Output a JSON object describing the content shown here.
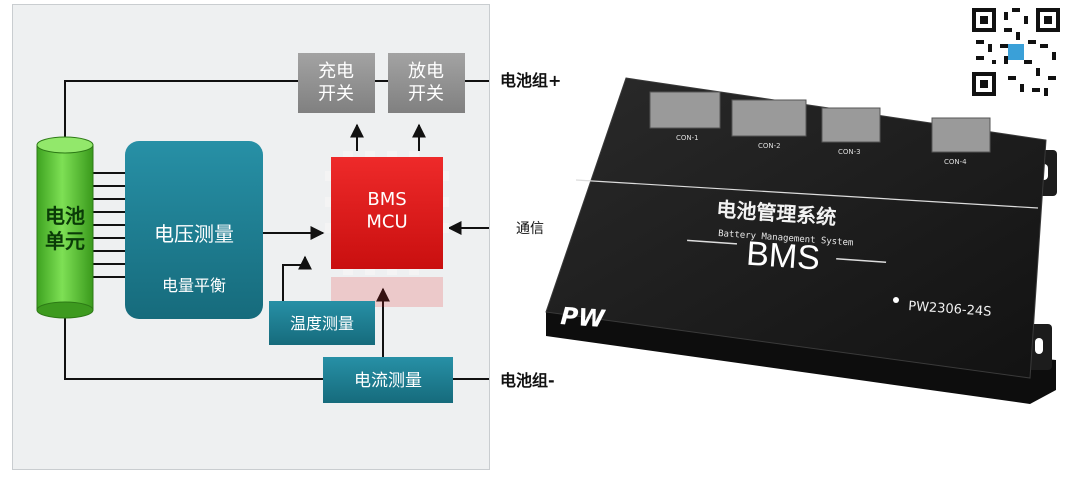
{
  "diagram": {
    "cell_label": "电池\n单元",
    "voltage_label": "电压测量",
    "balance_label": "电量平衡",
    "charge_switch": "充电\n开关",
    "discharge_switch": "放电\n开关",
    "mcu_label": "BMS\nMCU",
    "temperature_label": "温度测量",
    "current_label": "电流测量",
    "comm_label": "通信",
    "pack_positive": "电池组+",
    "pack_negative": "电池组-"
  },
  "device": {
    "title_cn": "电池管理系统",
    "title_en": "Battery Management System",
    "acronym": "BMS",
    "model": "PW2306-24S",
    "brand": "PW",
    "connectors": [
      "CON-1",
      "CON-2",
      "CON-3",
      "CON-4"
    ],
    "colors": {
      "body": "#1a1a1a",
      "text": "#f2f2f2"
    }
  },
  "colors": {
    "teal": "#1f7f93",
    "red": "#e11b1b",
    "gray": "#8f8f8f",
    "green": "#5fc636"
  }
}
